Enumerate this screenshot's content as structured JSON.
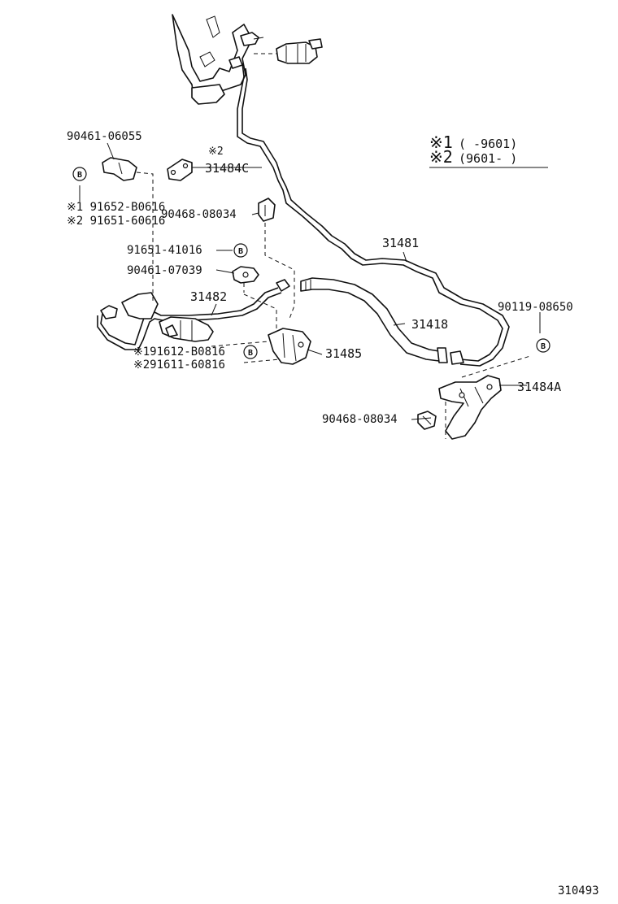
{
  "diagram": {
    "identifier": "310493",
    "legend": {
      "row1": {
        "mark": "※1",
        "range": "(      -9601)"
      },
      "row2": {
        "mark": "※2",
        "range": "(9601-         )"
      }
    },
    "labels": {
      "clamp_top": "90461-06055",
      "note_star2": "※2",
      "bracket_c": "31484C",
      "bolt1": "※1 91652-B0616",
      "bolt2": "※2 91651-60616",
      "clip_upper": "90468-08034",
      "bolt_mid": "91651-41016",
      "clamp_mid": "90461-07039",
      "pipe_31482": "31482",
      "pipe_31481": "31481",
      "hose_31418": "31418",
      "bolt_right": "90119-08650",
      "bracket_a": "31484A",
      "bolt_lower1": "※191612-B0816",
      "bolt_lower2": "※291611-60816",
      "bracket_31485": "31485",
      "clip_lower": "90468-08034"
    },
    "bolt_mark": "B"
  }
}
